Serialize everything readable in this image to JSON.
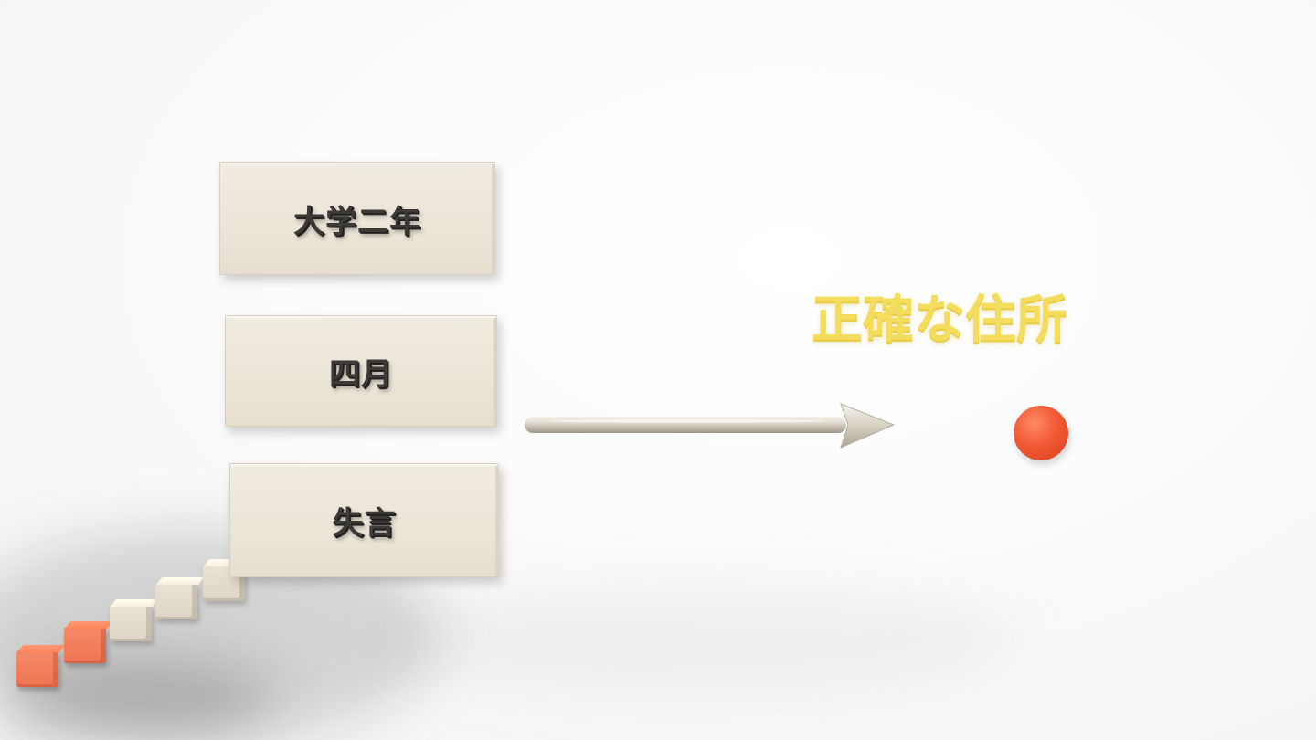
{
  "cards": [
    {
      "label": "大学二年"
    },
    {
      "label": "四月"
    },
    {
      "label": "失言"
    }
  ],
  "target": {
    "label": "正確な住所"
  },
  "colors": {
    "card_face": "#ece6d9",
    "card_text": "#3b3a37",
    "target_text": "#f4dc5c",
    "sphere": "#f25a36",
    "stair_orange": "#f0785a",
    "stair_beige": "#e3dccd",
    "arrow": "#cfc8b9"
  },
  "icons": {
    "arrow": "right-arrow-icon",
    "sphere": "target-sphere-icon"
  }
}
